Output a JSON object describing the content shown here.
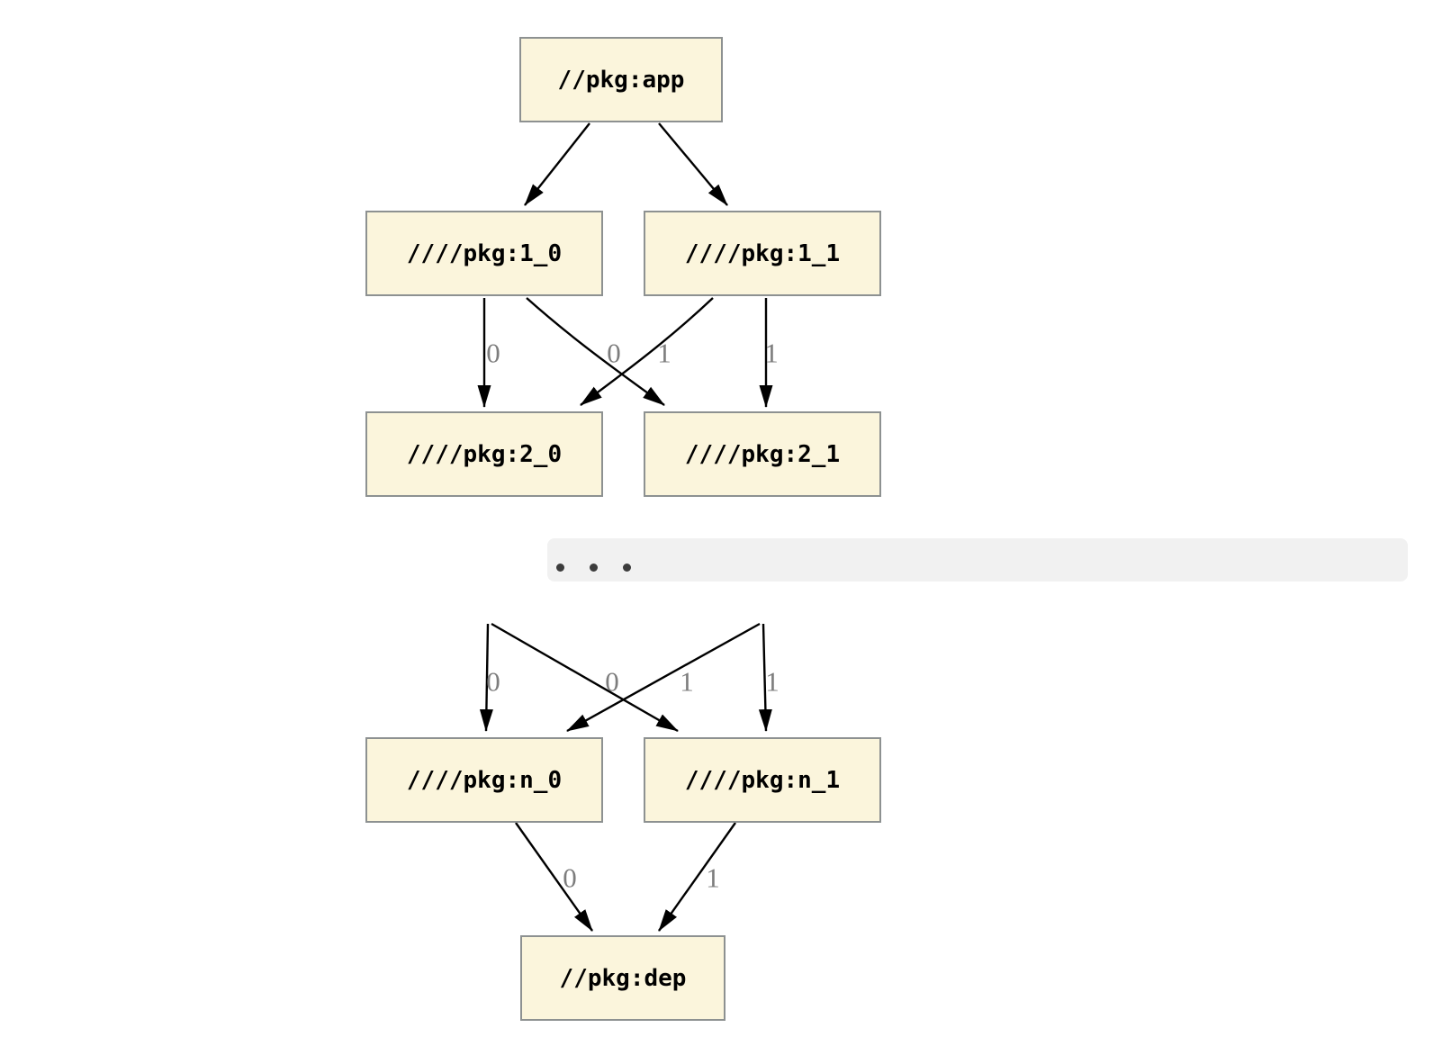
{
  "graph": {
    "nodes": [
      {
        "id": "app",
        "label": "//pkg:app"
      },
      {
        "id": "1_0",
        "label": "////pkg:1_0"
      },
      {
        "id": "1_1",
        "label": "////pkg:1_1"
      },
      {
        "id": "2_0",
        "label": "////pkg:2_0"
      },
      {
        "id": "2_1",
        "label": "////pkg:2_1"
      },
      {
        "id": "n_0",
        "label": "////pkg:n_0"
      },
      {
        "id": "n_1",
        "label": "////pkg:n_1"
      },
      {
        "id": "dep",
        "label": "//pkg:dep"
      }
    ],
    "edges": [
      {
        "from": "//pkg:app",
        "to": "////pkg:1_0",
        "label": ""
      },
      {
        "from": "//pkg:app",
        "to": "////pkg:1_1",
        "label": ""
      },
      {
        "from": "////pkg:1_0",
        "to": "////pkg:2_0",
        "label": "0"
      },
      {
        "from": "////pkg:1_0",
        "to": "////pkg:2_1",
        "label": "1"
      },
      {
        "from": "////pkg:1_1",
        "to": "////pkg:2_0",
        "label": "0"
      },
      {
        "from": "////pkg:1_1",
        "to": "////pkg:2_1",
        "label": "1"
      },
      {
        "from": "…",
        "to": "////pkg:n_0",
        "label": "0"
      },
      {
        "from": "…",
        "to": "////pkg:n_1",
        "label": "1"
      },
      {
        "from": "…",
        "to": "////pkg:n_0",
        "label": "0"
      },
      {
        "from": "…",
        "to": "////pkg:n_1",
        "label": "1"
      },
      {
        "from": "////pkg:n_0",
        "to": "//pkg:dep",
        "label": "0"
      },
      {
        "from": "////pkg:n_1",
        "to": "//pkg:dep",
        "label": "1"
      }
    ],
    "ellipsis": {
      "dot_count": 3
    },
    "colors": {
      "node_fill": "#fbf5dc",
      "node_border": "#8d9191",
      "edge": "#000000",
      "edge_label": "#7d7d7d",
      "band_fill": "#f1f1f1",
      "dot": "#3c3c3c"
    }
  }
}
